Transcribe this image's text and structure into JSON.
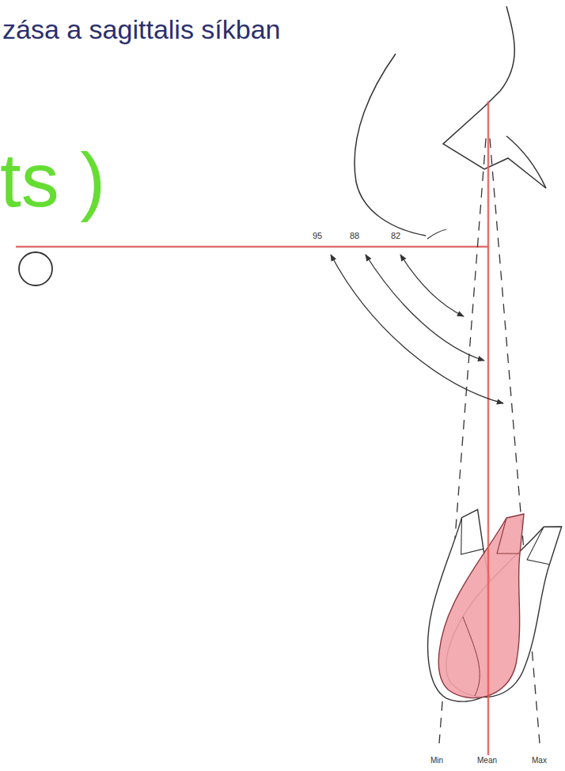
{
  "diagram": {
    "labels": [
      "zása a sagittalis síkban",
      "ts )",
      "95",
      "88",
      "82",
      "Min",
      "Mean",
      "Max"
    ]
  }
}
